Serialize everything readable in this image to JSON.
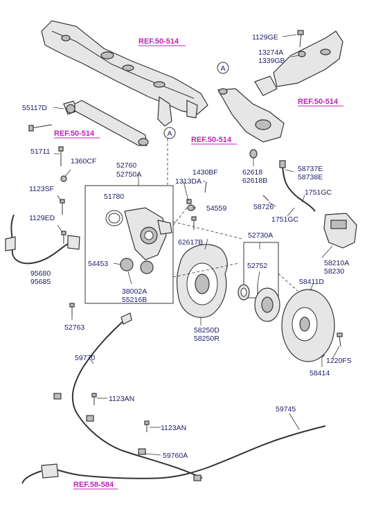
{
  "labels": {
    "l1129ge": "1129GE",
    "l13274a": "13274A",
    "l1339gb": "1339GB",
    "l55117d": "55117D",
    "l51711": "51711",
    "l1360cf": "1360CF",
    "l52760": "52760",
    "l52750a": "52750A",
    "l1430bf": "1430BF",
    "l1313da": "1313DA",
    "l62618": "62618",
    "l62618b": "62618B",
    "l58737e": "58737E",
    "l58738e": "58738E",
    "l1123sf": "1123SF",
    "l51780": "51780",
    "l54559": "54559",
    "l58726": "58726",
    "l1751gc_a": "1751GC",
    "l1751gc_b": "1751GC",
    "l1129ed": "1129ED",
    "l62617b": "62617B",
    "l52730a": "52730A",
    "l54453": "54453",
    "l52752": "52752",
    "l58210a": "58210A",
    "l58230": "58230",
    "l95680": "95680",
    "l95685": "95685",
    "l58411d": "58411D",
    "l38002a": "38002A",
    "l55216b": "55216B",
    "l52763": "52763",
    "l58250d": "58250D",
    "l58250r": "58250R",
    "l59770": "59770",
    "l1220fs": "1220FS",
    "l58414": "58414",
    "l1123an_a": "1123AN",
    "l1123an_b": "1123AN",
    "l59745": "59745",
    "l59760a": "59760A"
  },
  "refs": {
    "r1": "REF.50-514",
    "r2": "REF.50-514",
    "r3": "REF.50-514",
    "r4": "REF.50-514",
    "r5": "REF.58-584"
  },
  "markers": {
    "a_top": "A",
    "a_mid": "A"
  },
  "colors": {
    "ref": "#c21fb8",
    "label": "#1a1a66",
    "line": "#333333"
  }
}
